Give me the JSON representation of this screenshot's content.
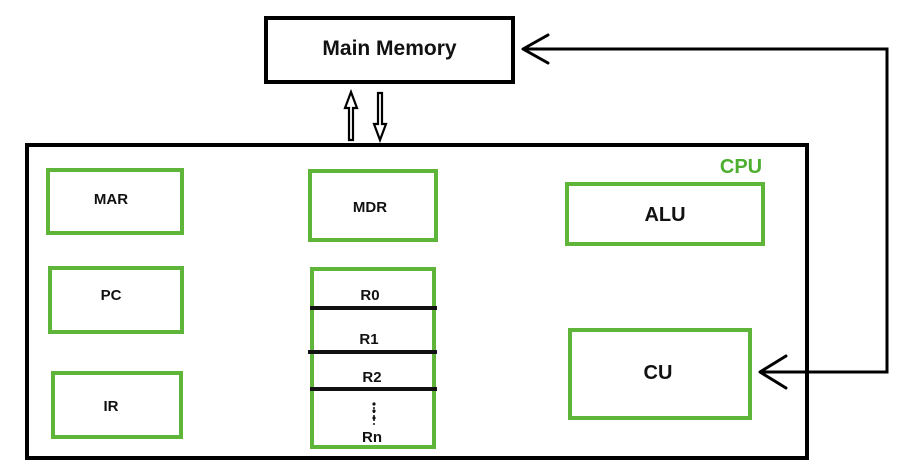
{
  "diagram": {
    "main_memory": "Main Memory",
    "cpu": "CPU",
    "left_registers": {
      "mar": "MAR",
      "pc": "PC",
      "ir": "IR"
    },
    "mdr": "MDR",
    "register_file": {
      "r0": "R0",
      "r1": "R1",
      "r2": "R2",
      "rn": "Rn"
    },
    "alu": "ALU",
    "cu": "CU"
  },
  "colors": {
    "outline": "#000000",
    "green": "#5fb43a",
    "cpu_text": "#4caf2f"
  }
}
